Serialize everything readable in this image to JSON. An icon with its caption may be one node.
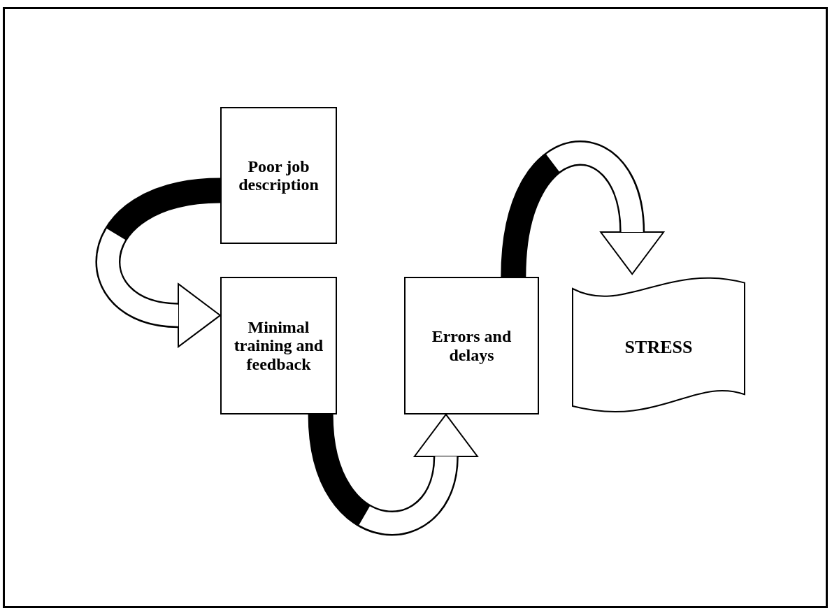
{
  "diagram": {
    "nodes": [
      {
        "text": [
          "Poor job description"
        ]
      },
      {
        "text": [
          "Minimal training and feedback"
        ]
      },
      {
        "text": [
          "Errors and delays"
        ]
      },
      {
        "text": [
          "STRESS"
        ]
      }
    ],
    "edges": [
      {
        "from": 0,
        "to": 1,
        "arrow": "to"
      },
      {
        "from": 1,
        "to": 2,
        "arrow": "to"
      },
      {
        "from": 2,
        "to": 3,
        "arrow": "to"
      }
    ]
  }
}
